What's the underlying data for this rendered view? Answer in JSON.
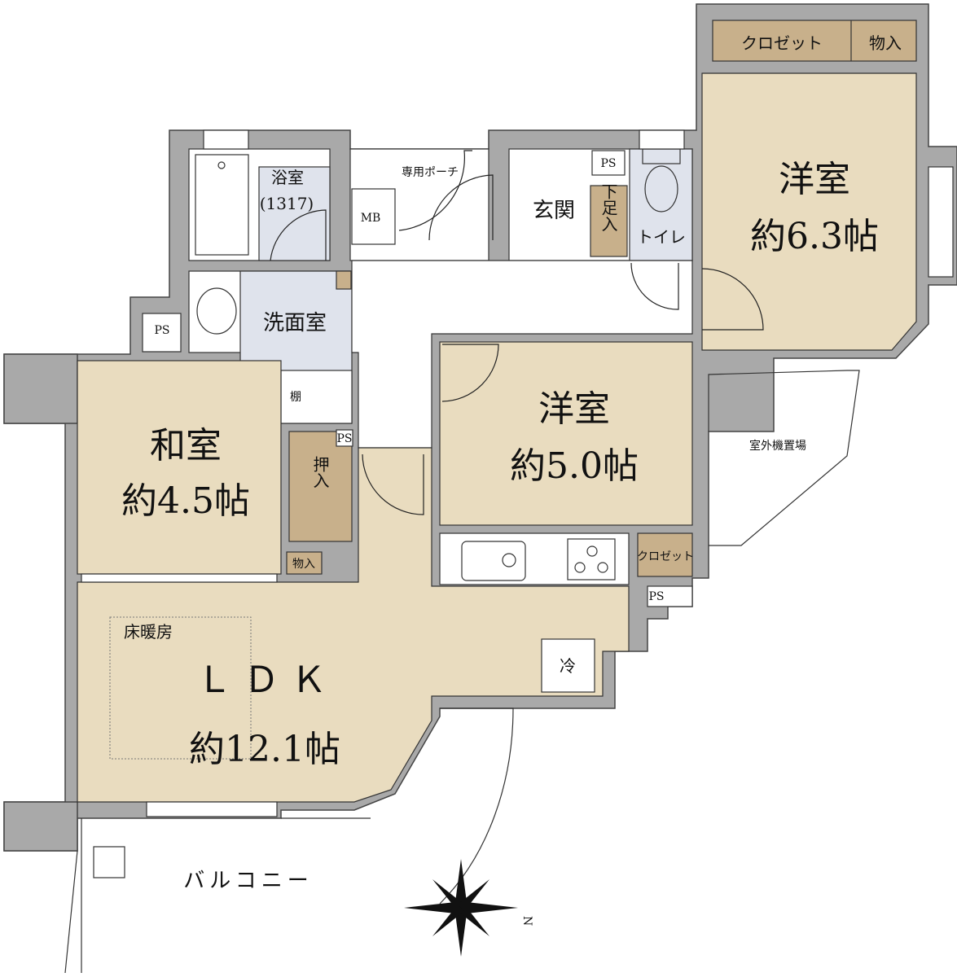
{
  "plan": {
    "rooms": {
      "western_room_1": {
        "name": "洋室",
        "size": "約6.3帖"
      },
      "western_room_2": {
        "name": "洋室",
        "size": "約5.0帖"
      },
      "japanese_room": {
        "name": "和室",
        "size": "約4.5帖"
      },
      "ldk": {
        "name": "ＬＤＫ",
        "size": "約12.1帖"
      },
      "bathroom": {
        "name": "浴室",
        "spec": "(1317)"
      },
      "washroom": "洗面室",
      "entrance": "玄関",
      "toilet": "トイレ",
      "porch": "専用ポーチ",
      "balcony": "バルコニー",
      "outdoor_unit": "室外機置場"
    },
    "storage": {
      "closet_top": "クロゼット",
      "storage_top": "物入",
      "shoe_box": "下足入",
      "oshiire": "押入",
      "storage_small": "物入",
      "closet_kitchen": "クロゼット",
      "shelf": "棚"
    },
    "labels": {
      "mb": "MB",
      "ps": "PS",
      "fridge": "冷",
      "floor_heating": "床暖房",
      "north": "N"
    },
    "colors": {
      "wall": "#a9a9a9",
      "room": "#e9dcbf",
      "storage": "#c8b08b",
      "wet": "#dfe3ec"
    }
  }
}
